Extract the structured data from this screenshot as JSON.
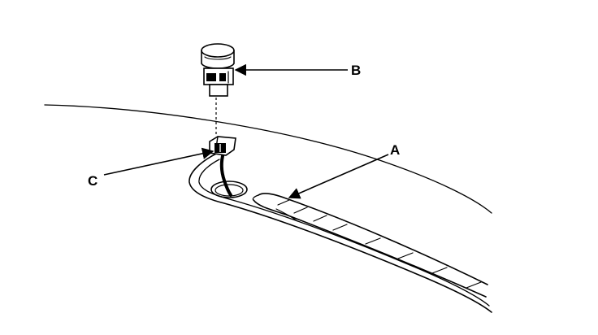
{
  "callouts": {
    "a": "A",
    "b": "B",
    "c": "C"
  },
  "colors": {
    "ink": "#000000",
    "background": "#ffffff"
  }
}
